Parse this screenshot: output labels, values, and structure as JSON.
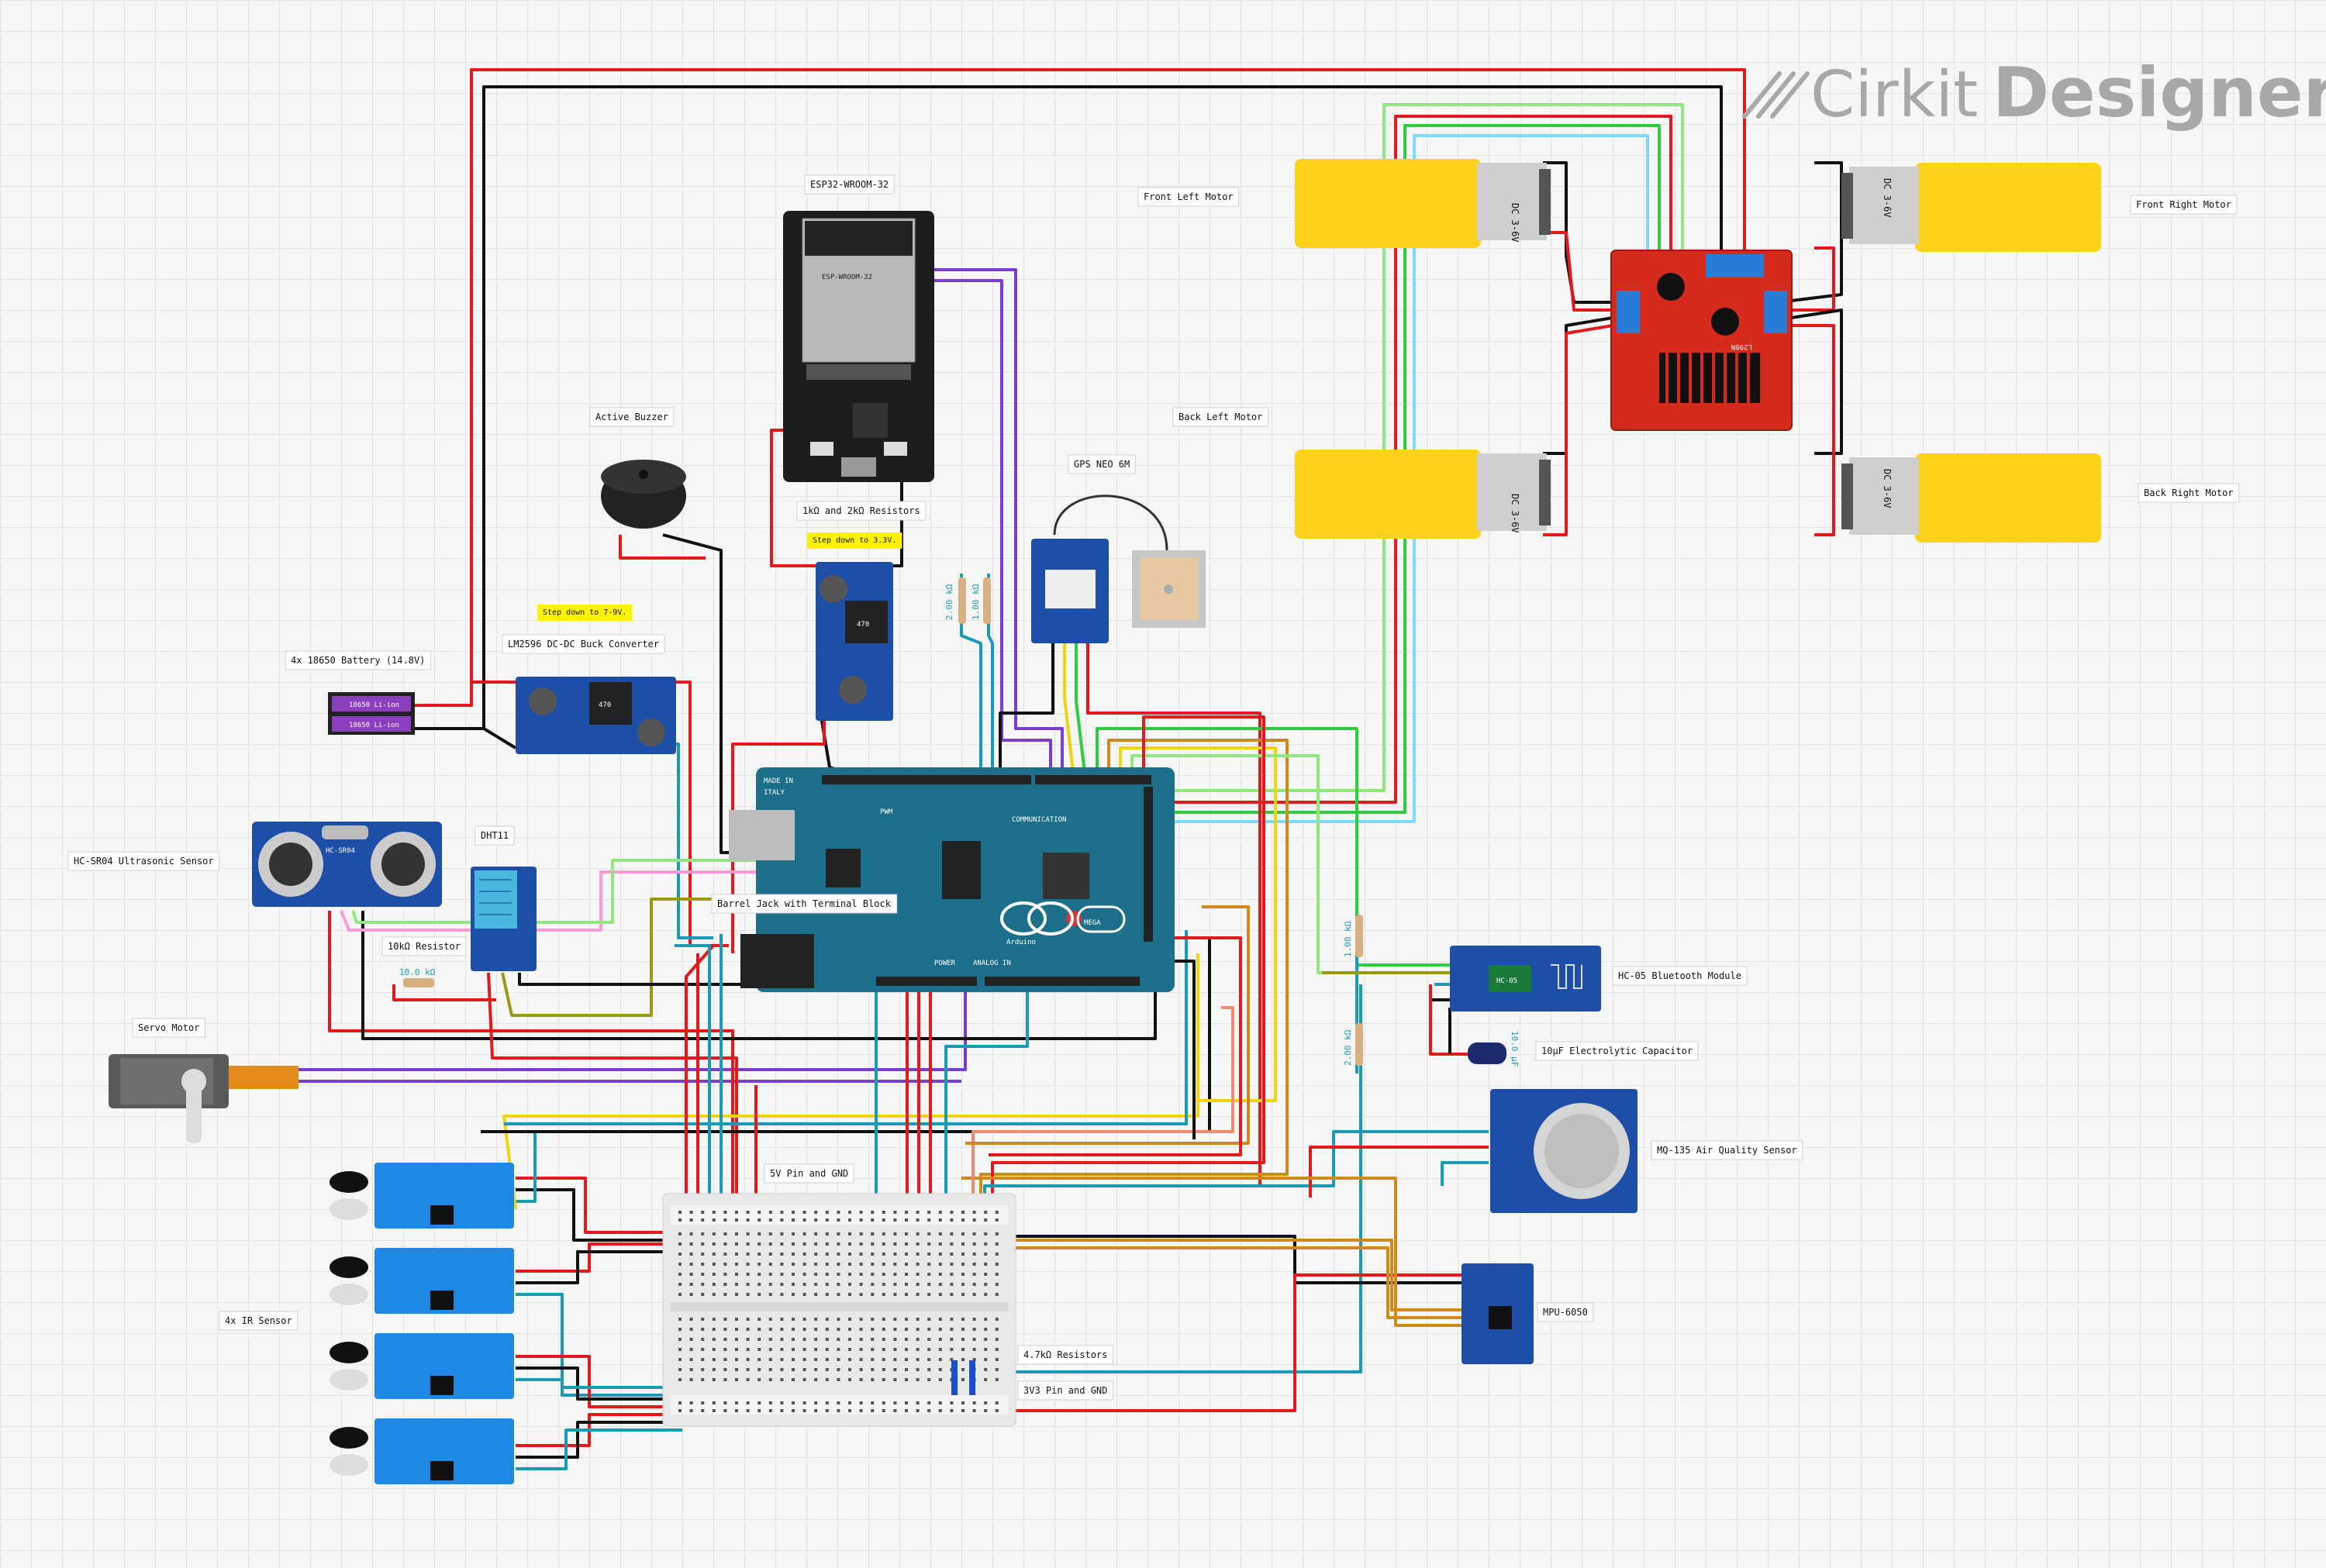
{
  "brand": {
    "word1": "Cirkit",
    "word2": "Designer"
  },
  "labels": {
    "esp32": "ESP32-WROOM-32",
    "front_left_motor": "Front Left Motor",
    "front_right_motor": "Front Right Motor",
    "back_left_motor": "Back Left Motor",
    "back_right_motor": "Back Right Motor",
    "active_buzzer": "Active Buzzer",
    "gps": "GPS NEO 6M",
    "resistors_divider": "1kΩ and 2kΩ Resistors",
    "stepdown_33": "Step down to 3.3V.",
    "stepdown_79": "Step down to 7-9V.",
    "lm2596": "LM2596 DC-DC Buck Converter",
    "battery": "4x 18650 Battery (14.8V)",
    "ultrasonic": "HC-SR04 Ultrasonic Sensor",
    "dht11": "DHT11",
    "barrel_jack": "Barrel Jack with Terminal Block",
    "r10k": "10kΩ Resistor",
    "servo": "Servo Motor",
    "hc05": "HC-05 Bluetooth Module",
    "capacitor": "10μF Electrolytic Capacitor",
    "mq135": "MQ-135 Air Quality Sensor",
    "five_v": "5V Pin and GND",
    "ir": "4x IR Sensor",
    "mpu": "MPU-6050",
    "r47k": "4.7kΩ Resistors",
    "three_v3": "3V3 Pin and GND"
  },
  "component_text": {
    "motor_marking": "DC 3-6V",
    "cell": "18650 Li-ion",
    "hcsr04": "HC-SR04",
    "hc05": "HC-05",
    "mega": "MEGA",
    "arduino": "Arduino",
    "made_in": "MADE IN",
    "italy": "ITALY",
    "l298n": "L298N",
    "coil": "470",
    "esp_module": "ESP-WROOM-32",
    "r_10k": "10.0 kΩ",
    "r_1k": "1.00 kΩ",
    "r_2k": "2.00 kΩ",
    "cap_val": "10.0 μF",
    "communication": "COMMUNICATION",
    "power": "POWER",
    "analog_in": "ANALOG IN",
    "pwm": "PWM"
  },
  "colors": {
    "red": "#e3191b",
    "black": "#111111",
    "teal": "#1a9bb5",
    "purple": "#7a3dd1",
    "yellow": "#f2d40e",
    "green": "#2ecc40",
    "lightgreen": "#8ee87a",
    "pink": "#ff9ad6",
    "olive": "#9a9a10",
    "orange": "#d08a1a",
    "salmon": "#f08a70",
    "lavender": "#a9a9ff",
    "board_blue": "#1b6f8a",
    "module_red": "#d62a1c",
    "motor_yellow": "#ffd21a"
  }
}
